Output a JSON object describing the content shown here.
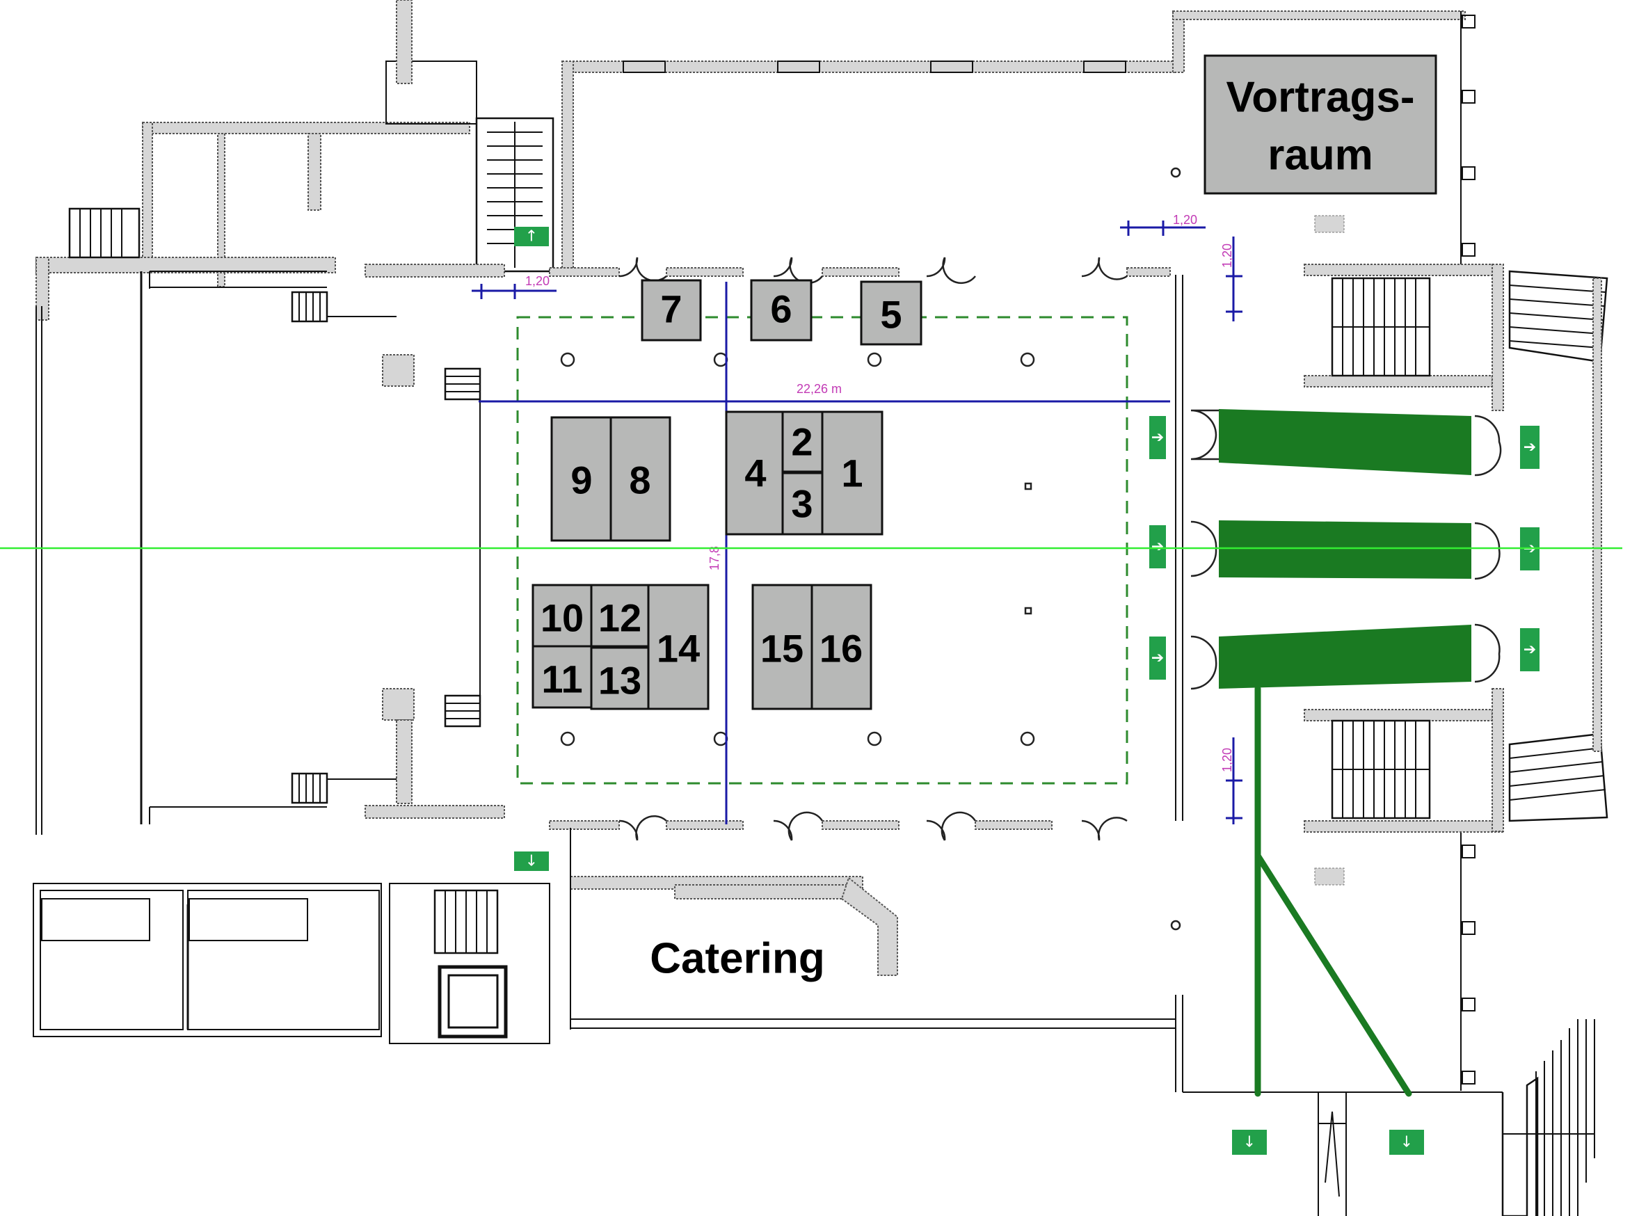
{
  "plan": {
    "title": "Hallenplan Ausstellung",
    "rooms": [
      {
        "id": "vortragsraum",
        "label_line1": "Vortrags-",
        "label_line2": "raum"
      },
      {
        "id": "catering",
        "label": "Catering"
      }
    ],
    "booths": [
      {
        "number": "1"
      },
      {
        "number": "2"
      },
      {
        "number": "3"
      },
      {
        "number": "4"
      },
      {
        "number": "5"
      },
      {
        "number": "6"
      },
      {
        "number": "7"
      },
      {
        "number": "8"
      },
      {
        "number": "9"
      },
      {
        "number": "10"
      },
      {
        "number": "11"
      },
      {
        "number": "12"
      },
      {
        "number": "13"
      },
      {
        "number": "14"
      },
      {
        "number": "15"
      },
      {
        "number": "16"
      }
    ],
    "dimensions": {
      "hall_width": "22,26 m",
      "hall_depth": "17,8",
      "door_clearance_top_left": "1,20",
      "door_clearance_top_right": "1,20",
      "corridor_top_right": "1,20",
      "corridor_bottom_right": "1,20"
    },
    "icons": {
      "exit_sign": "emergency-exit-sign",
      "escape_route": "escape-route",
      "stairs": "stairs",
      "column": "column"
    },
    "colors": {
      "booth_fill": "#b7b8b7",
      "escape_route": "#1a7a22",
      "exit_sign": "#22a04a",
      "dimension_line": "#1a1aa6",
      "dimension_text": "#c23ab5",
      "exhibit_boundary": "#2e8b2e",
      "center_axis": "#33ee33"
    }
  }
}
